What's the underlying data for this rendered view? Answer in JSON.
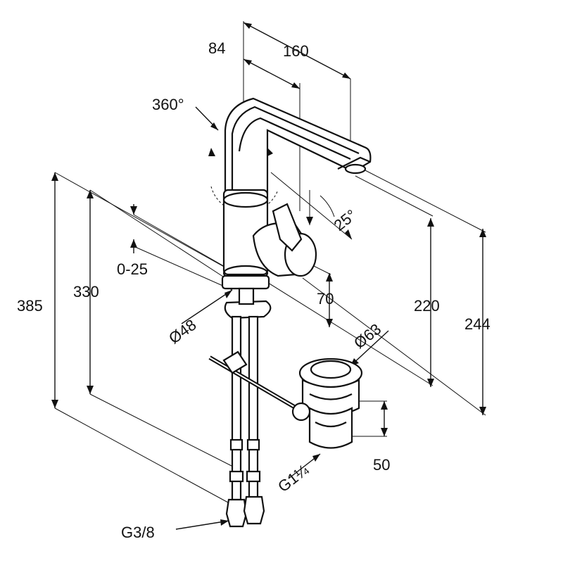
{
  "diagram": {
    "labels": {
      "top_offset": "84",
      "top_length": "160",
      "rotation": "360°",
      "lever_angle": "25°",
      "total_height": "385",
      "deck_height": "330",
      "pop_up_range": "0-25",
      "base_diameter": "Ø48",
      "outlet_height": "70",
      "waste_diameter": "Ø63",
      "spout_height": "220",
      "tap_height": "244",
      "waste_length": "50",
      "waste_thread": "G1¼",
      "supply_thread": "G3/8"
    }
  }
}
